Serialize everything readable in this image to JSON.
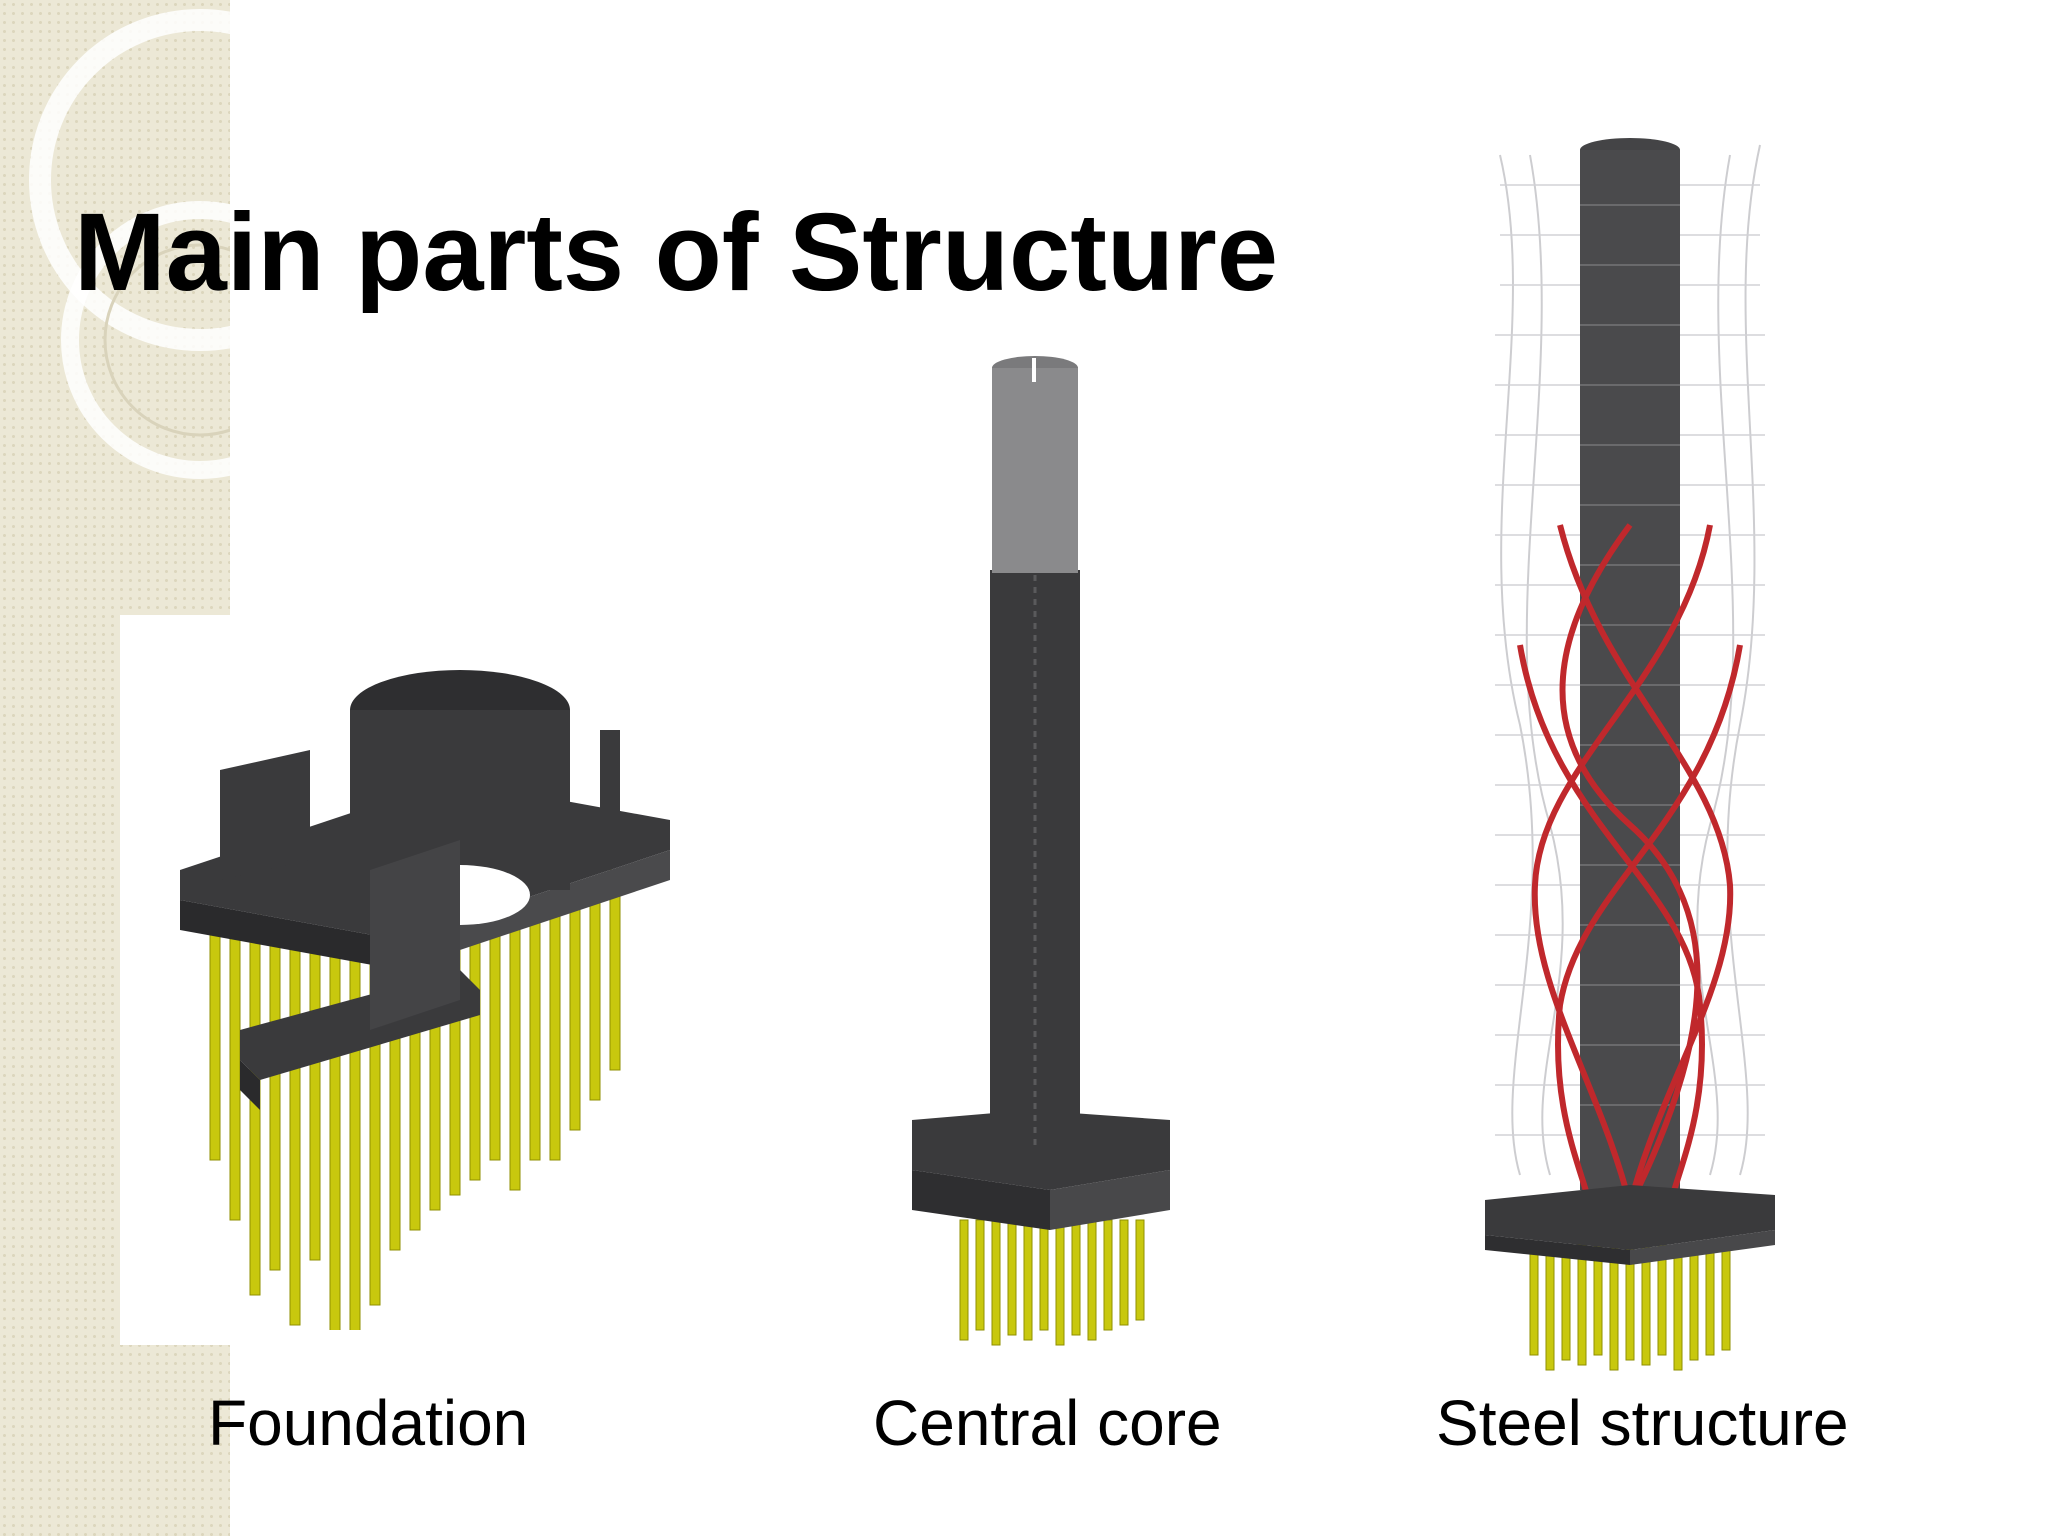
{
  "slide": {
    "title": "Main parts of Structure"
  },
  "figures": [
    {
      "caption": "Foundation",
      "icon": "foundation-model-illustration"
    },
    {
      "caption": "Central core",
      "icon": "central-core-model-illustration"
    },
    {
      "caption": "Steel structure",
      "icon": "steel-structure-model-illustration"
    }
  ],
  "colors": {
    "concrete": "#3a3a3c",
    "piles": "#c8c80e",
    "bracing": "#c0282c",
    "band": "#ece8d6"
  }
}
